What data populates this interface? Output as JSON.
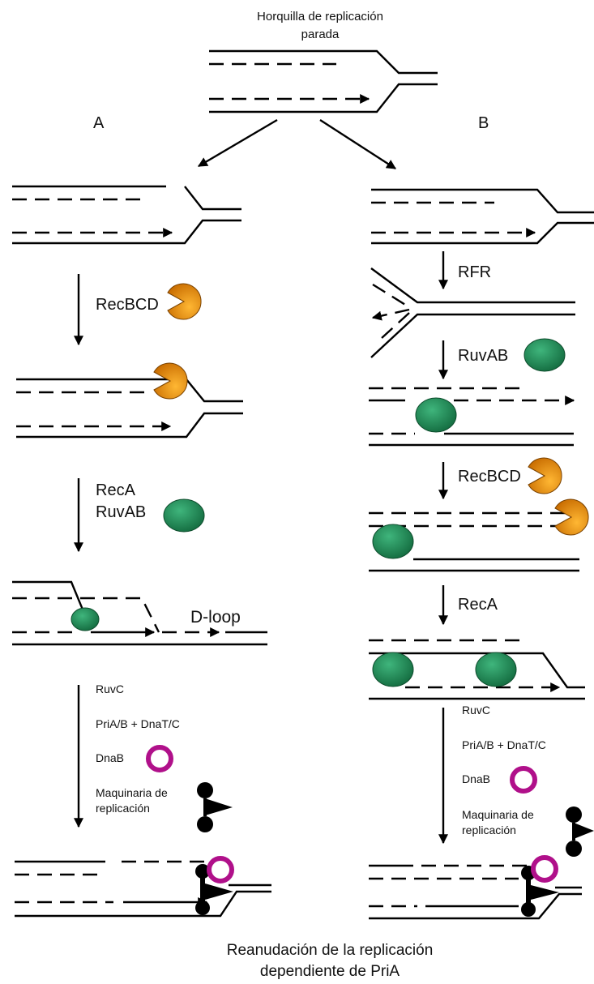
{
  "title": {
    "line1": "Horquilla de replicación",
    "line2": "parada"
  },
  "pathway_a": {
    "label": "A",
    "step1": "RecBCD",
    "step2_line1": "RecA",
    "step2_line2": "RuvAB",
    "dloop": "D-loop",
    "step4_ruvc": "RuvC",
    "step4_pria": "PriA/B + DnaT/C",
    "step4_dnab": "DnaB",
    "step4_maq1": "Maquinaria de",
    "step4_maq2": "replicación"
  },
  "pathway_b": {
    "label": "B",
    "step1": "RFR",
    "step2": "RuvAB",
    "step3": "RecBCD",
    "step4": "RecA",
    "step5_ruvc": "RuvC",
    "step5_pria": "PriA/B + DnaT/C",
    "step5_dnab": "DnaB",
    "step5_maq1": "Maquinaria de",
    "step5_maq2": "replicación"
  },
  "caption": {
    "line1": "Reanudación de la replicación",
    "line2": "dependiente de PriA"
  },
  "colors": {
    "recbcd": "#e08a00",
    "ruvab": "#1f8a55",
    "dnab": "#b0108a",
    "strand": "#000000"
  }
}
